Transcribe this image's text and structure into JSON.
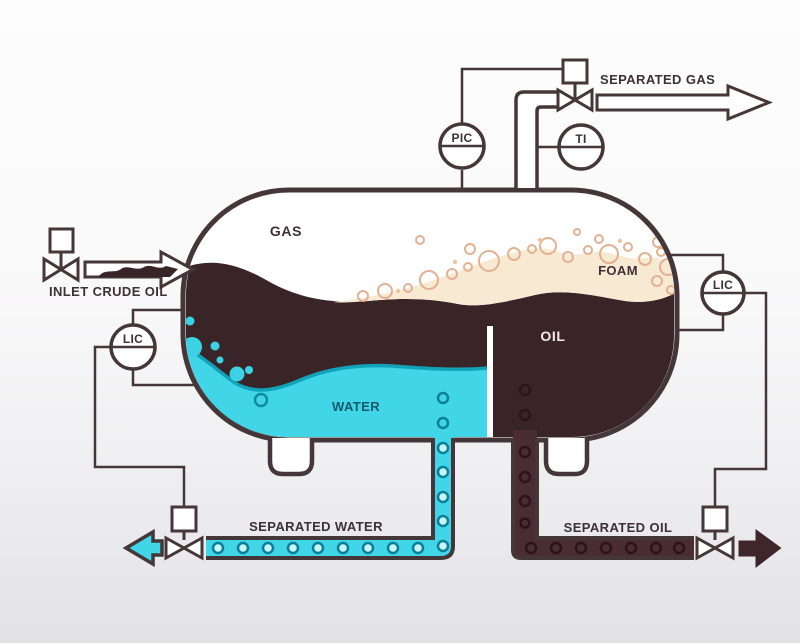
{
  "instruments": {
    "pic": "PIC",
    "ti": "TI",
    "lic_left": "LIC",
    "lic_right": "LIC"
  },
  "vessel": {
    "gas": "GAS",
    "foam": "FOAM",
    "oil": "OIL",
    "water": "WATER"
  },
  "flows": {
    "inlet": "INLET CRUDE OIL",
    "separated_gas": "SEPARATED GAS",
    "separated_water": "SEPARATED WATER",
    "separated_oil": "SEPARATED OIL"
  },
  "colors": {
    "outline": "#453739",
    "oil": "#392428",
    "oil_pipe": "#4a2c34",
    "water": "#40d6e8",
    "water_edge": "#12a3bb",
    "foam": "#f8e9d3",
    "foam_bubble": "#e2b192",
    "water_label_text": "#175a6e",
    "background_bottom": "#e2e1e4"
  }
}
